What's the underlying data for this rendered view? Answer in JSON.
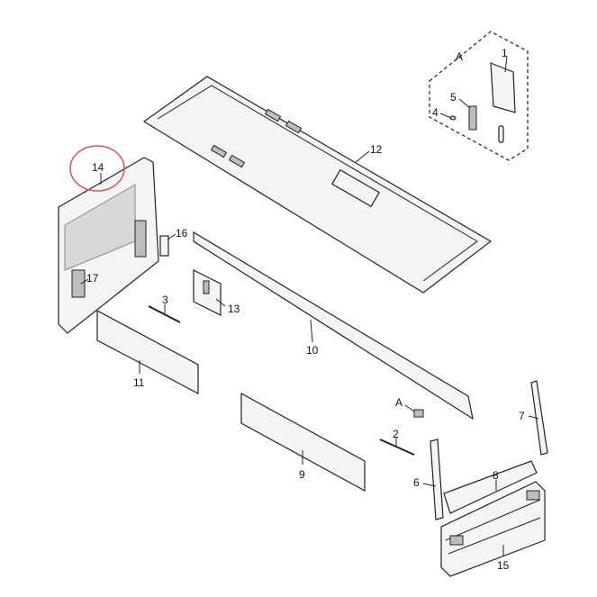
{
  "title": "Cab exterior panels parts diagram",
  "highlight_color": "#d9534f",
  "highlighted_part": "14",
  "inset": {
    "label": "A",
    "parts": [
      "1",
      "5",
      "4"
    ]
  },
  "labels": {
    "A_inset": "A",
    "p1": "1",
    "p5": "5",
    "p4": "4",
    "p12": "12",
    "p14": "14",
    "p16": "16",
    "p17": "17",
    "p3": "3",
    "p13": "13",
    "p10": "10",
    "p11": "11",
    "A_ref": "A",
    "p2": "2",
    "p7": "7",
    "p9": "9",
    "p6": "6",
    "p8": "8",
    "p15": "15"
  }
}
